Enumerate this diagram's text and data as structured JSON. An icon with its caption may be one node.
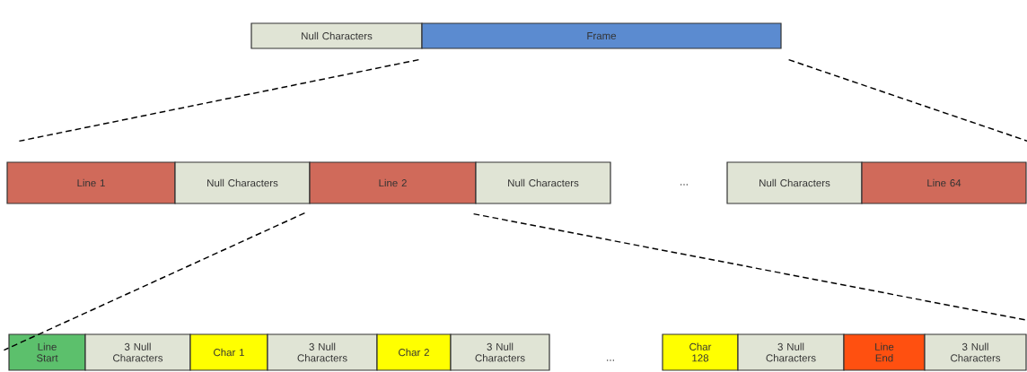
{
  "diagram": {
    "nodes": [
      {
        "text": [
          "Null Characters"
        ]
      },
      {
        "text": [
          "Frame"
        ]
      },
      {
        "text": [
          "Line 1"
        ]
      },
      {
        "text": [
          "Null Characters"
        ]
      },
      {
        "text": [
          "Line 2"
        ]
      },
      {
        "text": [
          "Null Characters"
        ]
      },
      {
        "text": [
          "Null Characters"
        ]
      },
      {
        "text": [
          "Line 64"
        ]
      },
      {
        "text": [
          "Line Start"
        ]
      },
      {
        "text": [
          "3 Null Characters"
        ]
      },
      {
        "text": [
          "Char 1"
        ]
      },
      {
        "text": [
          "3 Null Characters"
        ]
      },
      {
        "text": [
          "Char 2"
        ]
      },
      {
        "text": [
          "3 Null Characters"
        ]
      },
      {
        "text": [
          "Char 128"
        ]
      },
      {
        "text": [
          "3 Null Characters"
        ]
      },
      {
        "text": [
          "Line End"
        ]
      },
      {
        "text": [
          "3 Null Characters"
        ]
      }
    ],
    "edges": [
      {
        "from": 1,
        "to": 2,
        "arrow": "none",
        "style": "dashed"
      },
      {
        "from": 1,
        "to": 7,
        "arrow": "none",
        "style": "dashed"
      },
      {
        "from": 4,
        "to": 8,
        "arrow": "none",
        "style": "dashed"
      },
      {
        "from": 4,
        "to": 17,
        "arrow": "none",
        "style": "dashed"
      }
    ],
    "labels": [
      "...",
      "..."
    ]
  }
}
